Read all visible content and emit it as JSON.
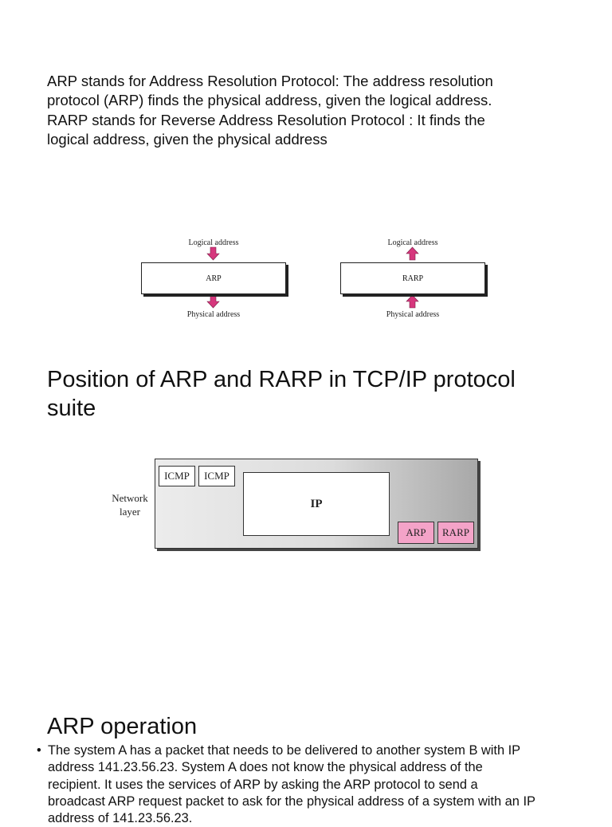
{
  "intro": {
    "lines": [
      "ARP  stands for Address Resolution Protocol: The address resolution",
      "protocol (ARP) finds the physical address, given the  logical address.",
      "RARP stands for Reverse Address Resolution Protocol : It finds the",
      "logical address, given the physical address"
    ]
  },
  "figure1": {
    "arp": {
      "top_label": "Logical address",
      "box_label": "ARP",
      "bottom_label": "Physical address"
    },
    "rarp": {
      "top_label": "Logical address",
      "box_label": "RARP",
      "bottom_label": "Physical address"
    },
    "arrow_color": "#d6377d"
  },
  "section2": {
    "title_lines": [
      "Position of ARP and RARP in TCP/IP protocol",
      "suite"
    ]
  },
  "figure2": {
    "layer_label_lines": [
      "Network",
      "layer"
    ],
    "icmp1": "ICMP",
    "icmp2": "ICMP",
    "ip": "IP",
    "arp": "ARP",
    "rarp": "RARP",
    "highlight_color": "#f4a3c8"
  },
  "section3": {
    "title": "ARP operation",
    "bullet_symbol": "•",
    "bullet_lines": [
      "The system A  has a packet that needs to be delivered to another system B with IP",
      "address 141.23.56.23. System A does not know the physical address of the",
      "recipient. It uses the services of ARP by asking the ARP protocol to send a",
      "broadcast ARP request packet to ask for the physical address of a system with an IP",
      "address of 141.23.56.23."
    ]
  }
}
